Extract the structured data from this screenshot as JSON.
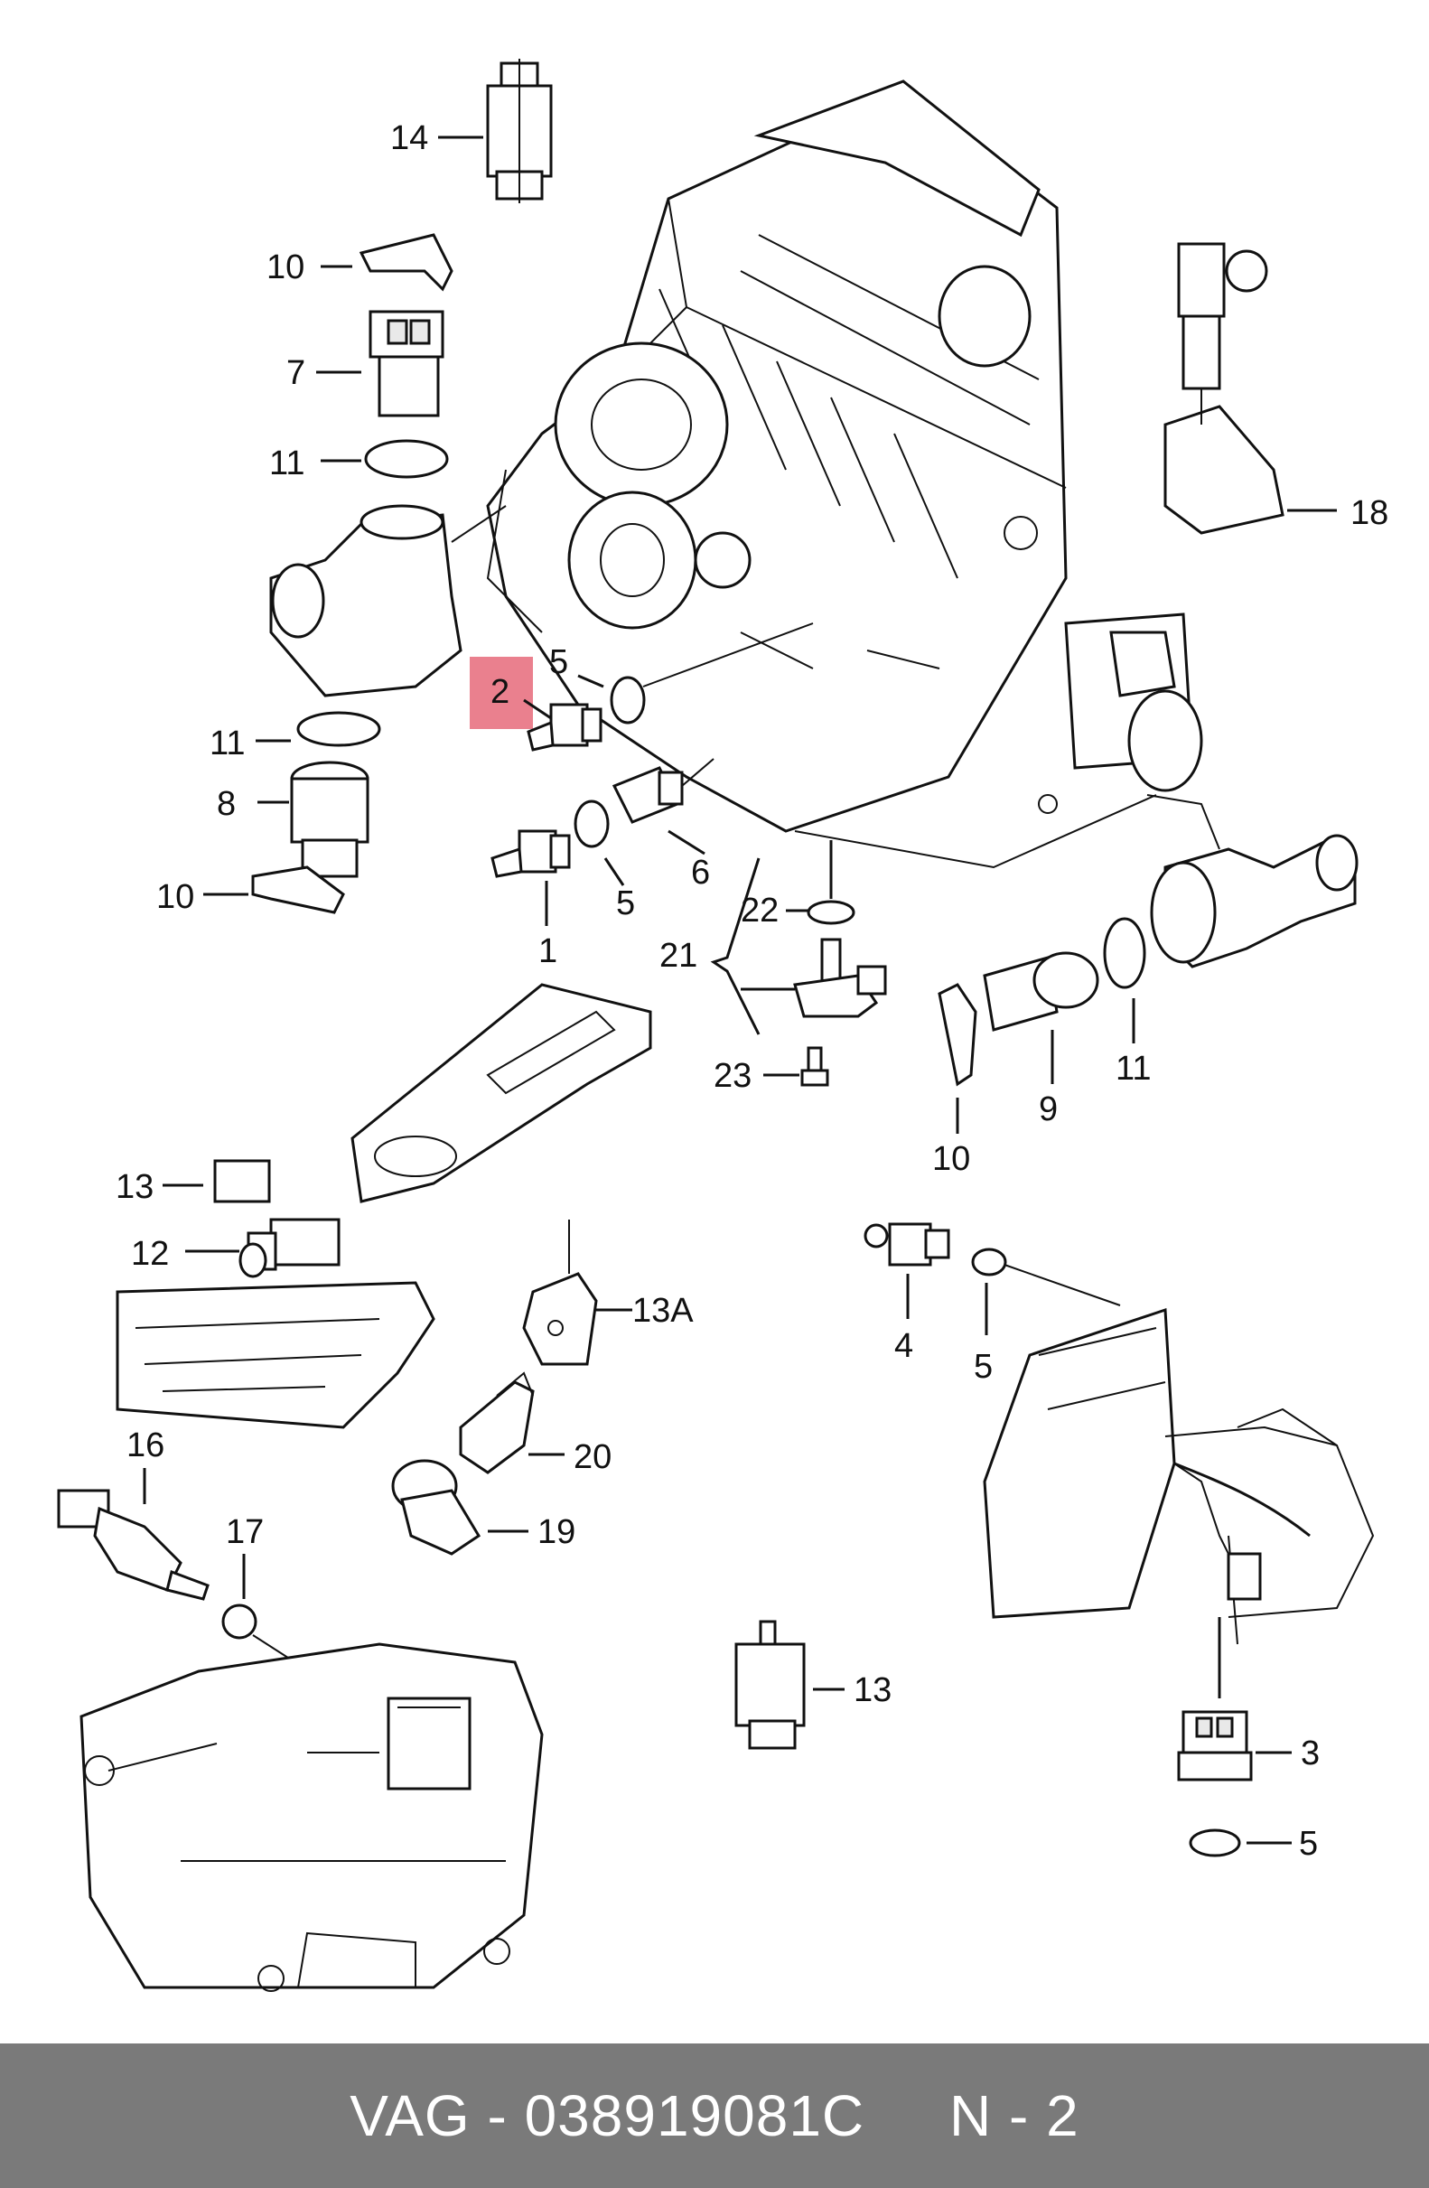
{
  "callouts": [
    {
      "id": "14",
      "text": "14"
    },
    {
      "id": "10a",
      "text": "10"
    },
    {
      "id": "7",
      "text": "7"
    },
    {
      "id": "11a",
      "text": "11"
    },
    {
      "id": "18",
      "text": "18"
    },
    {
      "id": "5a",
      "text": "5"
    },
    {
      "id": "2",
      "text": "2"
    },
    {
      "id": "11b",
      "text": "11"
    },
    {
      "id": "8",
      "text": "8"
    },
    {
      "id": "10b",
      "text": "10"
    },
    {
      "id": "6",
      "text": "6"
    },
    {
      "id": "5b",
      "text": "5"
    },
    {
      "id": "1",
      "text": "1"
    },
    {
      "id": "22",
      "text": "22"
    },
    {
      "id": "21",
      "text": "21"
    },
    {
      "id": "23",
      "text": "23"
    },
    {
      "id": "10c",
      "text": "10"
    },
    {
      "id": "9",
      "text": "9"
    },
    {
      "id": "11c",
      "text": "11"
    },
    {
      "id": "13a",
      "text": "13"
    },
    {
      "id": "12",
      "text": "12"
    },
    {
      "id": "13A",
      "text": "13A"
    },
    {
      "id": "4",
      "text": "4"
    },
    {
      "id": "5c",
      "text": "5"
    },
    {
      "id": "20",
      "text": "20"
    },
    {
      "id": "16",
      "text": "16"
    },
    {
      "id": "17",
      "text": "17"
    },
    {
      "id": "19",
      "text": "19"
    },
    {
      "id": "13b",
      "text": "13"
    },
    {
      "id": "3",
      "text": "3"
    },
    {
      "id": "5d",
      "text": "5"
    }
  ],
  "footer": {
    "text": "VAG - 038919081C     N - 2"
  },
  "highlight_color": "#e66a7a"
}
